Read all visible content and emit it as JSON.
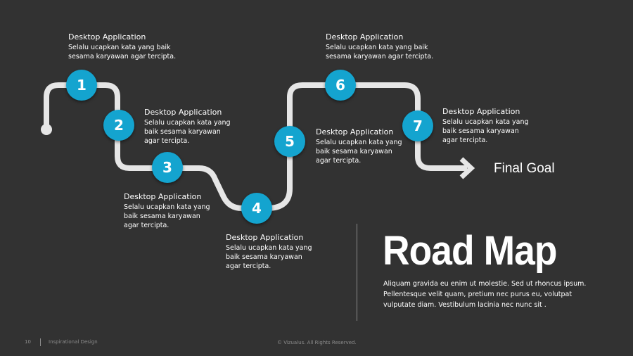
{
  "steps": [
    {
      "number": "1",
      "title": "Desktop Application",
      "body": "Selalu ucapkan kata yang baik sesama karyawan agar tercipta."
    },
    {
      "number": "2",
      "title": "Desktop Application",
      "body": "Selalu ucapkan kata yang baik sesama karyawan agar tercipta."
    },
    {
      "number": "3",
      "title": "Desktop Application",
      "body": "Selalu ucapkan kata yang baik sesama karyawan agar tercipta."
    },
    {
      "number": "4",
      "title": "Desktop Application",
      "body": "Selalu ucapkan kata yang baik sesama karyawan agar tercipta."
    },
    {
      "number": "5",
      "title": "Desktop Application",
      "body": "Selalu ucapkan kata yang baik sesama karyawan agar tercipta."
    },
    {
      "number": "6",
      "title": "Desktop Application",
      "body": "Selalu ucapkan kata yang baik sesama karyawan agar tercipta."
    },
    {
      "number": "7",
      "title": "Desktop Application",
      "body": "Selalu ucapkan kata yang baik sesama karyawan agar tercipta."
    }
  ],
  "final_goal": "Final Goal",
  "title": "Road Map",
  "description": "Aliquam gravida eu enim ut molestie. Sed ut rhoncus ipsum. Pellentesque velit quam, pretium nec purus eu, volutpat vulputate diam. Vestibulum lacinia nec nunc sit .",
  "footer": {
    "page_number": "10",
    "label": "Inspirational Design",
    "copyright": "© Vizualus. All Rights Reserved."
  },
  "colors": {
    "background": "#323232",
    "accent": "#14a4cf",
    "road": "#e6e6e6"
  },
  "icons": [
    "road-start-dot-icon",
    "arrow-right-icon"
  ]
}
